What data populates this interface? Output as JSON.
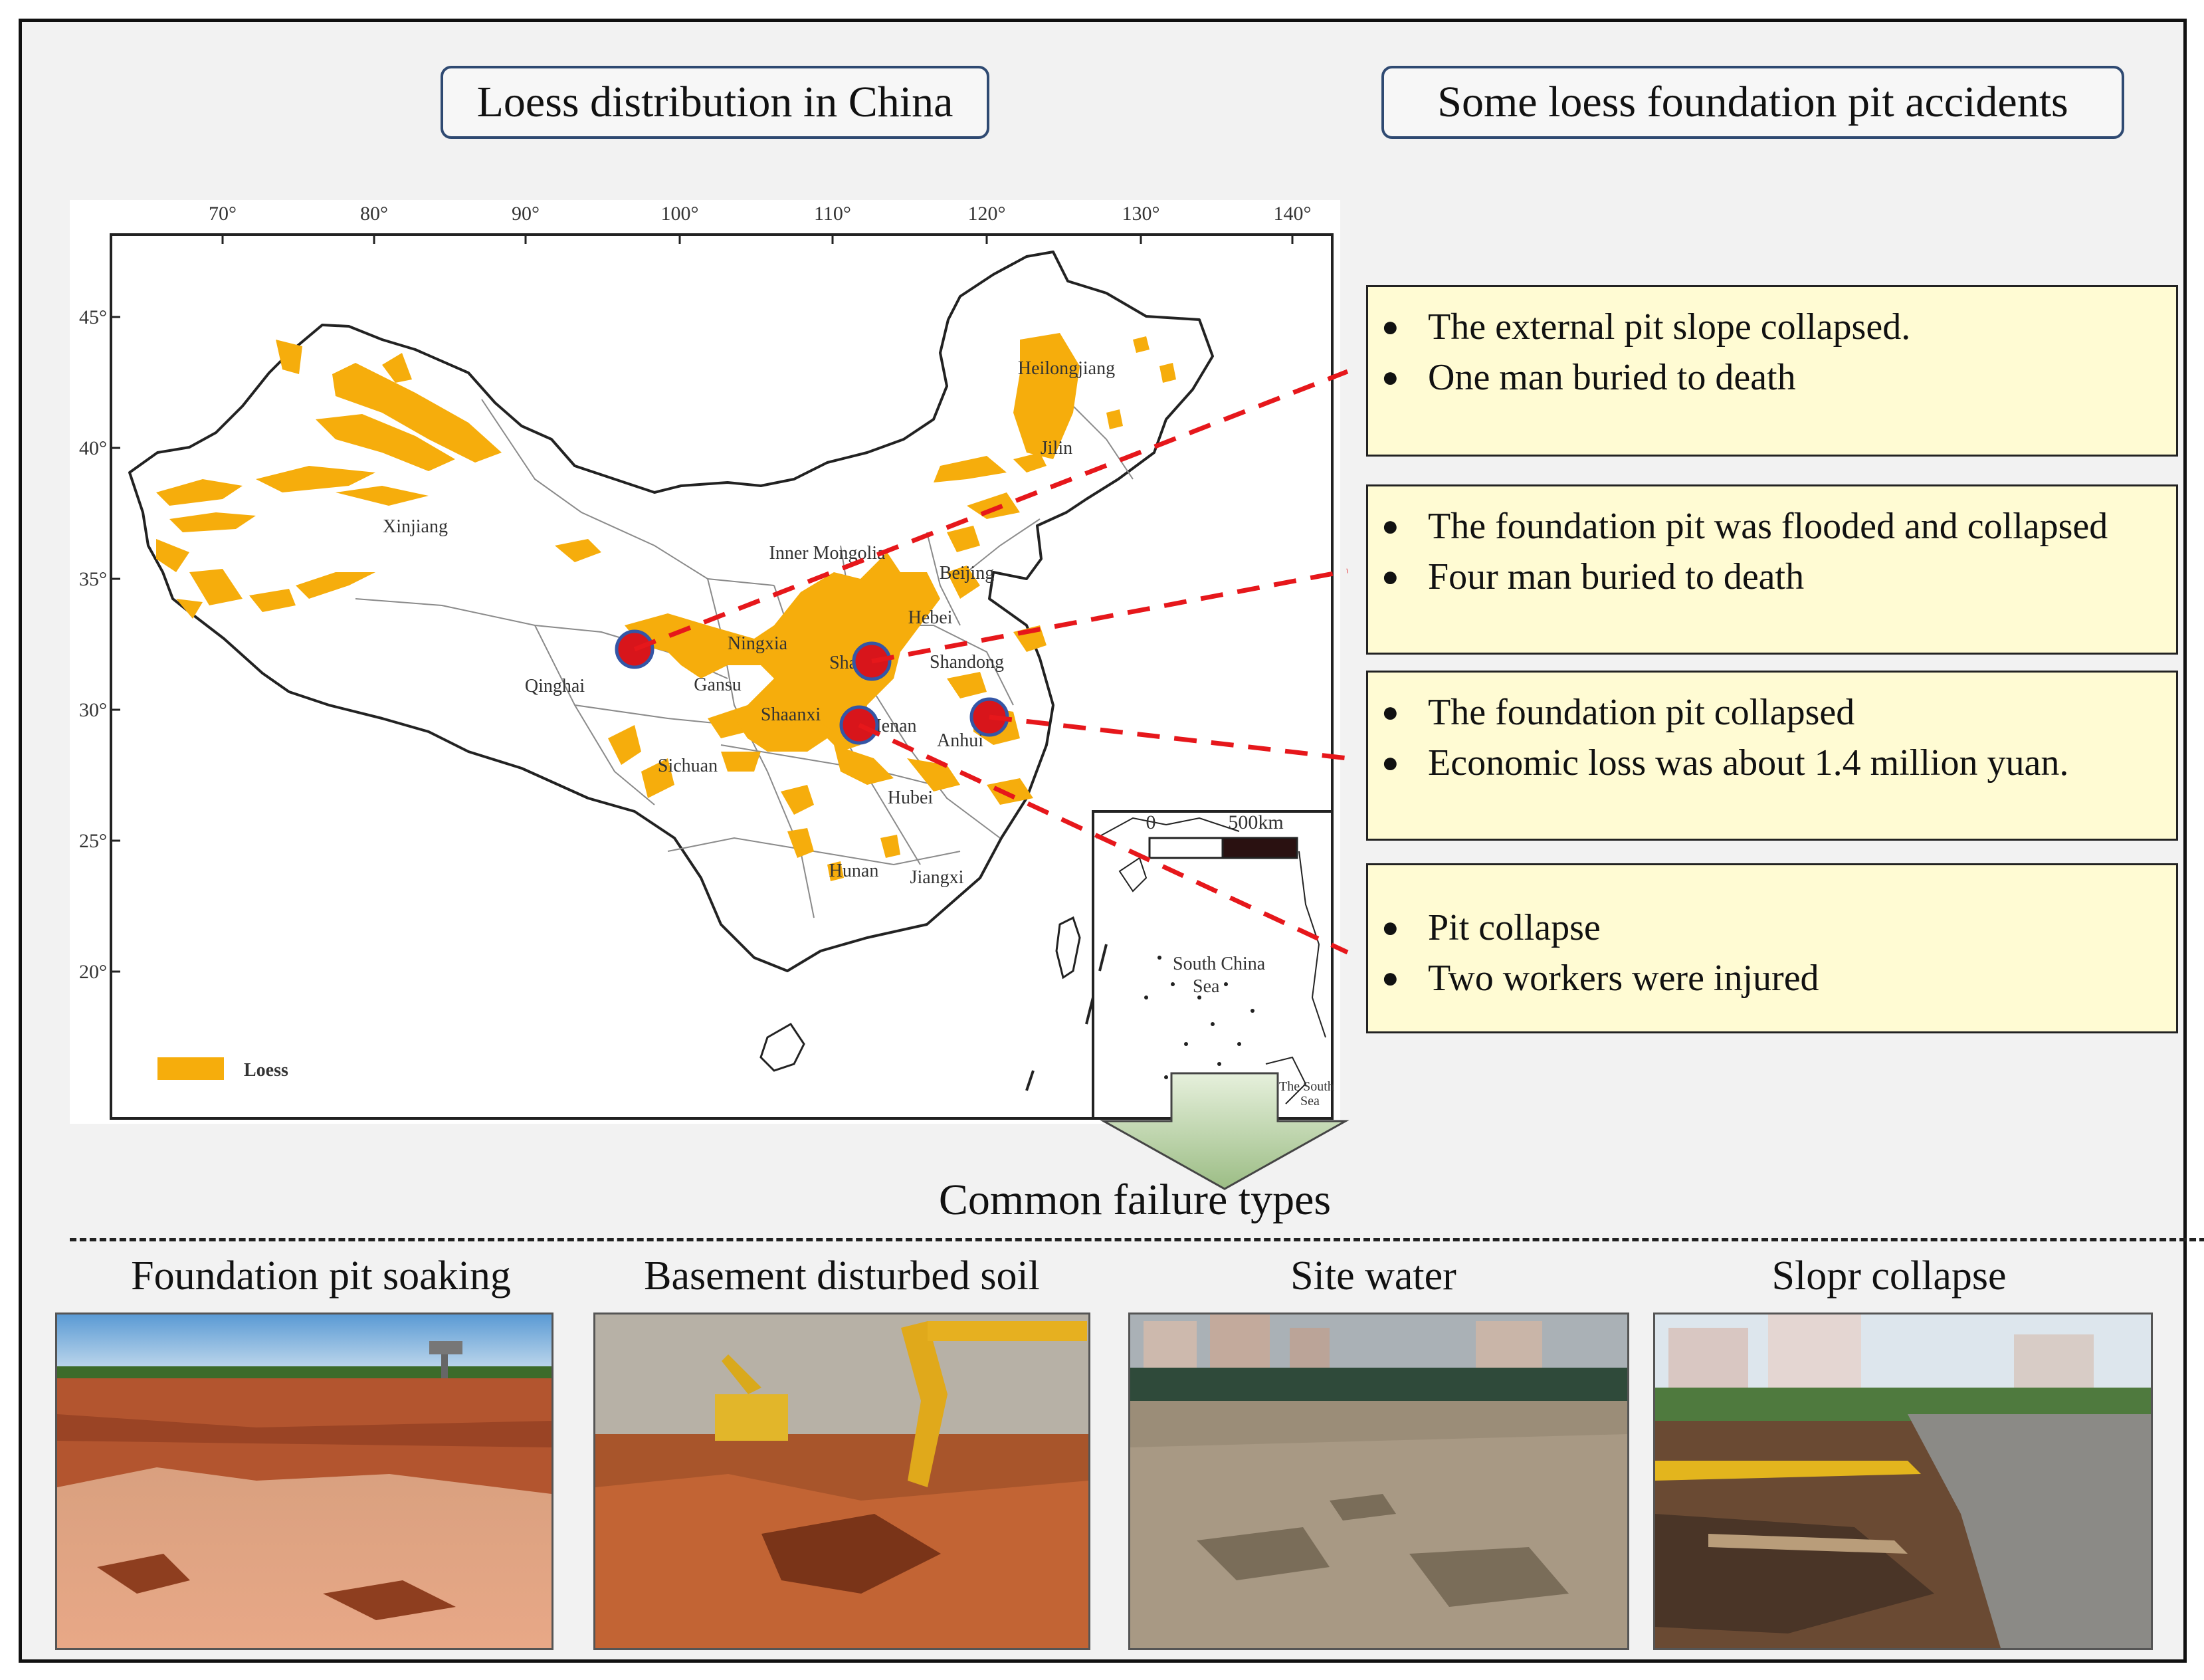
{
  "headers": {
    "left": "Loess distribution in China",
    "right": "Some loess foundation pit accidents"
  },
  "map": {
    "longitude_ticks": [
      "70°",
      "80°",
      "90°",
      "100°",
      "110°",
      "120°",
      "130°",
      "140°"
    ],
    "latitude_ticks": [
      "45°",
      "40°",
      "35°",
      "30°",
      "25°",
      "20°"
    ],
    "provinces": [
      "Heilongjiang",
      "Jilin",
      "Xinjiang",
      "Inner Mongolia",
      "Beijing",
      "Hebei",
      "Ningxia",
      "Shandong",
      "Qinghai",
      "Gansu",
      "Shanxi",
      "Shaanxi",
      "Henan",
      "Anhui",
      "Sichuan",
      "Hubei",
      "Hunan",
      "Jiangxi"
    ],
    "scale_start": "0",
    "scale_end": "500km",
    "inset_label_line1": "South China",
    "inset_label_line2": "Sea",
    "inset_small_line1": "The South",
    "inset_small_line2": "Sea",
    "legend_label": "Loess",
    "colors": {
      "loess": "#f6ad0c",
      "marker": "#d8151b",
      "marker_ring": "#3456a6",
      "leader": "#e6171b"
    }
  },
  "accidents": [
    {
      "lines": [
        "The external pit slope collapsed.",
        "One man buried to death"
      ]
    },
    {
      "lines": [
        "The foundation pit was flooded and collapsed",
        "Four man buried to death"
      ]
    },
    {
      "lines": [
        "The foundation pit collapsed",
        "Economic loss was about 1.4 million yuan."
      ]
    },
    {
      "lines": [
        "Pit collapse",
        "Two workers were injured"
      ]
    }
  ],
  "failure_caption": "Common failure types",
  "photos": [
    {
      "title": "Foundation pit soaking"
    },
    {
      "title": "Basement disturbed soil"
    },
    {
      "title": "Site water"
    },
    {
      "title": "Slopr collapse"
    }
  ]
}
